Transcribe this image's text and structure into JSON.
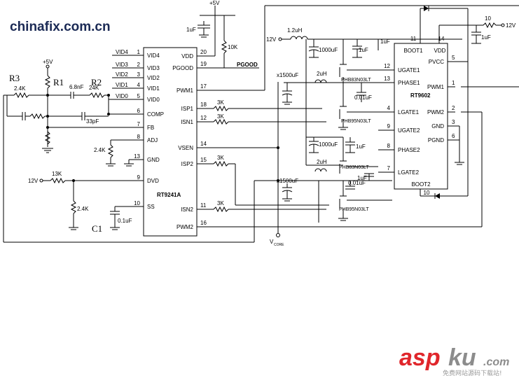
{
  "watermark": {
    "site": "chinafix.com.cn",
    "brand_a": "asp",
    "brand_b": "ku",
    "brand_c": ".com",
    "tagline": "免费网站源码下载站!"
  },
  "rails": {
    "plus5_top": "+5V",
    "plus5_left": "+5V",
    "v12_top": "12V",
    "v12_right": "12V",
    "v12_left": "12V",
    "vcore": "V",
    "vcore_sub": "CORE"
  },
  "rt9241a": {
    "name": "RT9241A",
    "left_pins": [
      {
        "num": "1",
        "label": "VID4"
      },
      {
        "num": "2",
        "label": "VID3"
      },
      {
        "num": "3",
        "label": "VID2"
      },
      {
        "num": "4",
        "label": "VID1"
      },
      {
        "num": "5",
        "label": "VID0"
      },
      {
        "num": "6",
        "label": "COMP"
      },
      {
        "num": "7",
        "label": "FB"
      },
      {
        "num": "8",
        "label": "ADJ"
      },
      {
        "num": "13",
        "label": "GND"
      },
      {
        "num": "9",
        "label": "DVD"
      },
      {
        "num": "10",
        "label": "SS"
      }
    ],
    "right_pins": [
      {
        "num": "20",
        "label": "VDD"
      },
      {
        "num": "19",
        "label": "PGOOD"
      },
      {
        "num": "17",
        "label": "PWM1"
      },
      {
        "num": "18",
        "label": "ISP1"
      },
      {
        "num": "12",
        "label": "ISN1"
      },
      {
        "num": "14",
        "label": "VSEN"
      },
      {
        "num": "15",
        "label": "ISP2"
      },
      {
        "num": "11",
        "label": "ISN2"
      },
      {
        "num": "16",
        "label": "PWM2"
      }
    ],
    "left_ext": [
      "VID4",
      "VID3",
      "VID2",
      "VID1",
      "VID0"
    ],
    "pgood": "PGOOD"
  },
  "rt9602": {
    "name": "RT9602",
    "top_pins": [
      {
        "num": "11",
        "label": "BOOT1"
      },
      {
        "num": "14",
        "label": "VDD"
      }
    ],
    "left_pins": [
      {
        "num": "12",
        "label": "UGATE1"
      },
      {
        "num": "13",
        "label": "PHASE1"
      },
      {
        "num": "4",
        "label": "LGATE1"
      },
      {
        "num": "9",
        "label": "UGATE2"
      },
      {
        "num": "8",
        "label": "PHASE2"
      },
      {
        "num": "7",
        "label": "LGATE2"
      }
    ],
    "right_pins": [
      {
        "num": "5",
        "label": "PVCC"
      },
      {
        "num": "1",
        "label": "PWM1"
      },
      {
        "num": "2",
        "label": "PWM2"
      },
      {
        "num": "3",
        "label": "GND"
      },
      {
        "num": "6",
        "label": "PGND"
      }
    ],
    "bottom_pin": {
      "num": "10",
      "label": "BOOT2"
    }
  },
  "components": {
    "c_vdd": "1uF",
    "r_pg": "10K",
    "l_in": "1.2uH",
    "c_in1": "1000uF",
    "c_in2": "1uF",
    "c_boot1": "1uF",
    "r_vdd": "10",
    "c_vdd2": "1uF",
    "c_out1": "x1500uF",
    "l_out1": "2uH",
    "q_hi1": "PHB83N03LT",
    "c_ph1": "0.01uF",
    "q_lo1": "PHB95N03LT",
    "c_in3": "1000uF",
    "c_in4": "1uF",
    "l_out2": "2uH",
    "q_hi2": "PHB83N03LT",
    "c_out2": "x1500uF",
    "c_ph2": "0.01uF",
    "c_boot2": "1uF",
    "q_lo2": "PHB95N03LT",
    "r3": "R3",
    "r3_val": "2.4K",
    "r1": "R1",
    "c_comp": "6.8nF",
    "r2": "R2",
    "r2_val": "24K",
    "c_comp2": "33pF",
    "r_adj": "2.4K",
    "r_dvd": "13K",
    "r_dvd2": "2.4K",
    "c1": "C1",
    "c_ss": "0.1uF",
    "r_isp1": "3K",
    "r_isn1": "3K",
    "r_isp2": "3K",
    "r_isn2": "3K"
  }
}
